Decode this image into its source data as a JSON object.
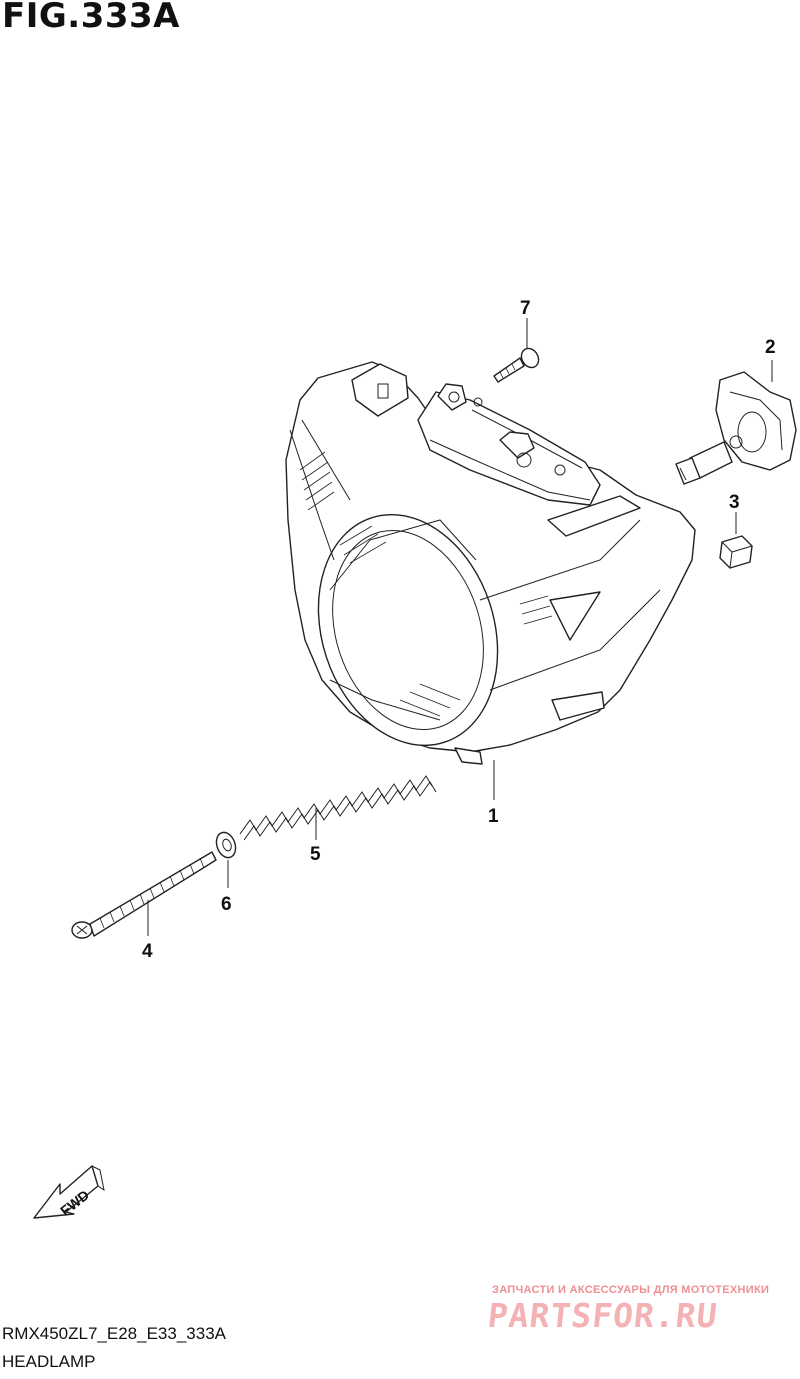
{
  "figure": {
    "title": "FIG.333A"
  },
  "parts": [
    {
      "number": "1",
      "icon": "headlamp-housing-icon"
    },
    {
      "number": "2",
      "icon": "bulb-icon"
    },
    {
      "number": "3",
      "icon": "nut-icon"
    },
    {
      "number": "4",
      "icon": "adjusting-screw-icon"
    },
    {
      "number": "5",
      "icon": "spring-icon"
    },
    {
      "number": "6",
      "icon": "washer-icon"
    },
    {
      "number": "7",
      "icon": "screw-icon"
    }
  ],
  "direction_marker": {
    "label": "FWD",
    "icon": "fwd-arrow-icon"
  },
  "footer": {
    "model_code": "RMX450ZL7_E28_E33_333A",
    "assembly_name": "HEADLAMP"
  },
  "watermark": {
    "tagline": "ЗАПЧАСТИ И АКСЕССУАРЫ ДЛЯ МОТОТЕХНИКИ",
    "logo": "PARTSFOR.RU",
    "color": "#f4b2b4"
  }
}
